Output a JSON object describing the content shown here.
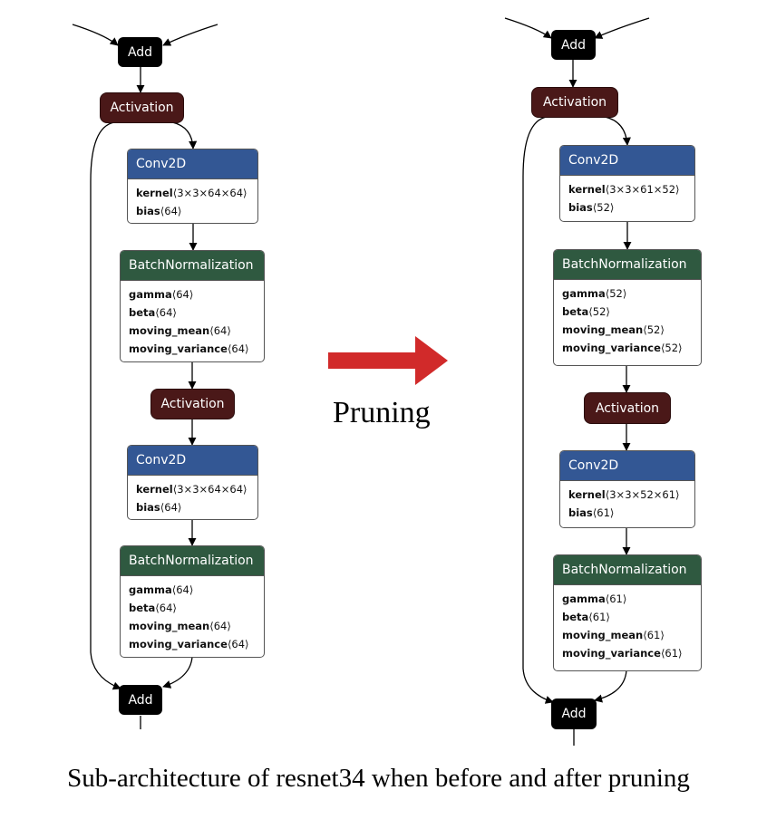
{
  "colors": {
    "add": "#000000",
    "activation": "#4a1818",
    "conv": "#335794",
    "bn": "#2f5940",
    "arrow": "#d12a2a"
  },
  "labels": {
    "add": "Add",
    "activation": "Activation",
    "conv": "Conv2D",
    "bn": "BatchNormalization"
  },
  "left": {
    "conv1": {
      "kernel_key": "kernel",
      "kernel_val": "⟨3×3×64×64⟩",
      "bias_key": "bias",
      "bias_val": "⟨64⟩"
    },
    "bn1": {
      "gamma_key": "gamma",
      "gamma_val": "⟨64⟩",
      "beta_key": "beta",
      "beta_val": "⟨64⟩",
      "mean_key": "moving_mean",
      "mean_val": "⟨64⟩",
      "var_key": "moving_variance",
      "var_val": "⟨64⟩"
    },
    "conv2": {
      "kernel_key": "kernel",
      "kernel_val": "⟨3×3×64×64⟩",
      "bias_key": "bias",
      "bias_val": "⟨64⟩"
    },
    "bn2": {
      "gamma_key": "gamma",
      "gamma_val": "⟨64⟩",
      "beta_key": "beta",
      "beta_val": "⟨64⟩",
      "mean_key": "moving_mean",
      "mean_val": "⟨64⟩",
      "var_key": "moving_variance",
      "var_val": "⟨64⟩"
    }
  },
  "right": {
    "conv1": {
      "kernel_key": "kernel",
      "kernel_val": "⟨3×3×61×52⟩",
      "bias_key": "bias",
      "bias_val": "⟨52⟩"
    },
    "bn1": {
      "gamma_key": "gamma",
      "gamma_val": "⟨52⟩",
      "beta_key": "beta",
      "beta_val": "⟨52⟩",
      "mean_key": "moving_mean",
      "mean_val": "⟨52⟩",
      "var_key": "moving_variance",
      "var_val": "⟨52⟩"
    },
    "conv2": {
      "kernel_key": "kernel",
      "kernel_val": "⟨3×3×52×61⟩",
      "bias_key": "bias",
      "bias_val": "⟨61⟩"
    },
    "bn2": {
      "gamma_key": "gamma",
      "gamma_val": "⟨61⟩",
      "beta_key": "beta",
      "beta_val": "⟨61⟩",
      "mean_key": "moving_mean",
      "mean_val": "⟨61⟩",
      "var_key": "moving_variance",
      "var_val": "⟨61⟩"
    }
  },
  "pruning_label": "Pruning",
  "caption": "Sub-architecture of resnet34 when before and after pruning"
}
